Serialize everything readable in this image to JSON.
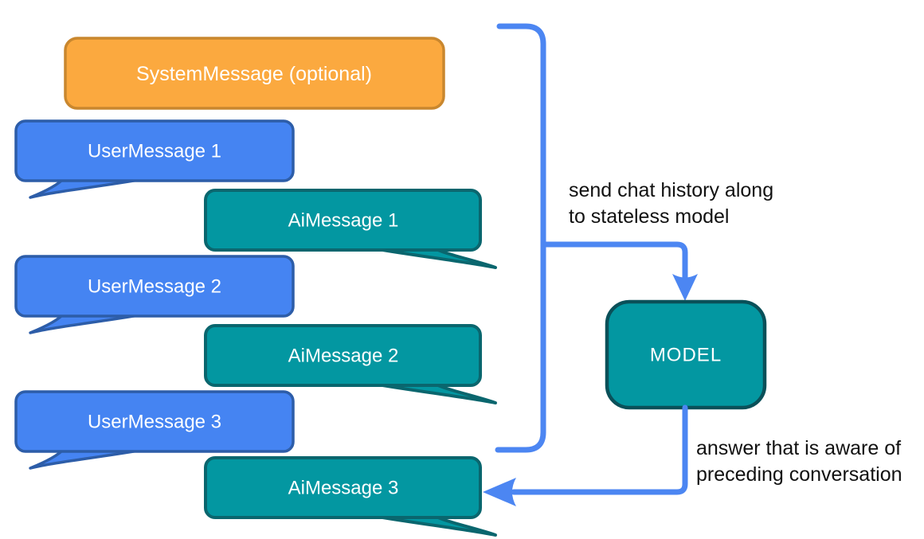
{
  "diagram": {
    "system_message": {
      "label": "SystemMessage (optional)"
    },
    "user_messages": [
      {
        "label": "UserMessage 1"
      },
      {
        "label": "UserMessage 2"
      },
      {
        "label": "UserMessage 3"
      }
    ],
    "ai_messages": [
      {
        "label": "AiMessage 1"
      },
      {
        "label": "AiMessage 2"
      },
      {
        "label": "AiMessage 3"
      }
    ],
    "model": {
      "label": "MODEL"
    },
    "annotations": {
      "send_history": {
        "line1": "send chat history along",
        "line2": "to stateless model"
      },
      "answer": {
        "line1": "answer that is aware of",
        "line2": "preceding conversation"
      }
    },
    "colors": {
      "system_fill": "#FBA93F",
      "system_stroke": "#C9872E",
      "user_fill": "#4584F2",
      "user_stroke": "#2D5DA8",
      "ai_fill": "#0397A1",
      "ai_stroke": "#0A666E",
      "model_fill": "#0397A1",
      "connector": "#4C86F2",
      "label_text": "#111111",
      "bubble_text": "#FFFFFF"
    }
  }
}
